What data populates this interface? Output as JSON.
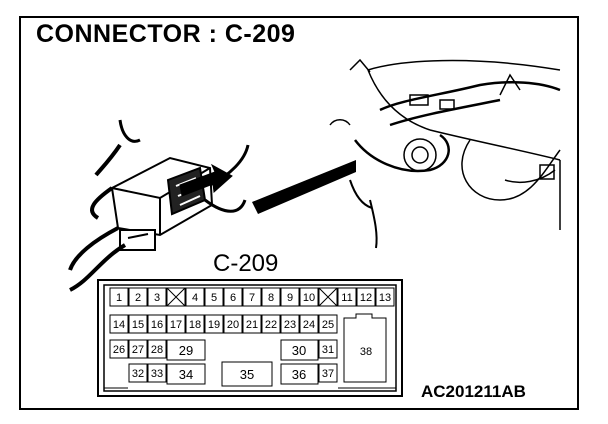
{
  "title": "CONNECTOR : C-209",
  "connector_label": "C-209",
  "figure_code": "AC201211AB",
  "pins": {
    "p1": "1",
    "p2": "2",
    "p3": "3",
    "p4": "4",
    "p5": "5",
    "p6": "6",
    "p7": "7",
    "p8": "8",
    "p9": "9",
    "p10": "10",
    "p11": "11",
    "p12": "12",
    "p13": "13",
    "p14": "14",
    "p15": "15",
    "p16": "16",
    "p17": "17",
    "p18": "18",
    "p19": "19",
    "p20": "20",
    "p21": "21",
    "p22": "22",
    "p23": "23",
    "p24": "24",
    "p25": "25",
    "p26": "26",
    "p27": "27",
    "p28": "28",
    "p29": "29",
    "p30": "30",
    "p31": "31",
    "p32": "32",
    "p33": "33",
    "p34": "34",
    "p35": "35",
    "p36": "36",
    "p37": "37",
    "p38": "38"
  }
}
